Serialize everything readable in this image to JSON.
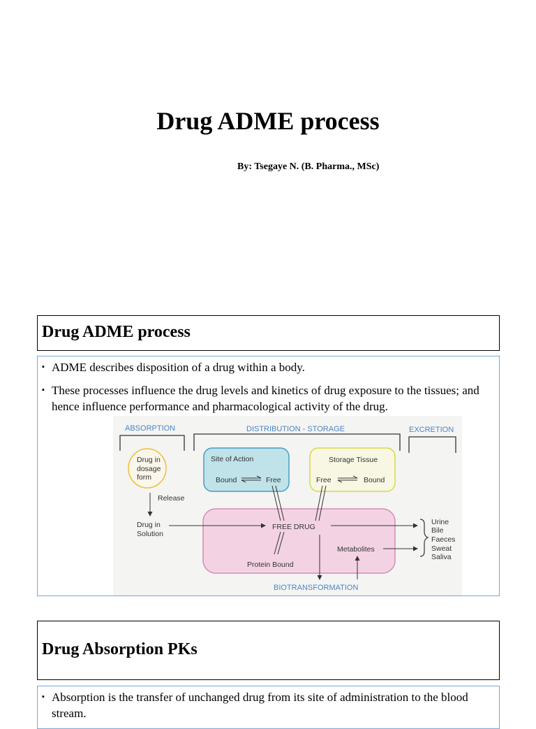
{
  "slide1": {
    "title": "Drug ADME process",
    "byline": "By: Tsegaye N. (B. Pharma., MSc)"
  },
  "slide2": {
    "heading": "Drug ADME process",
    "bullets": [
      "ADME describes disposition of a drug within a body.",
      "These processes influence the drug levels and kinetics of drug exposure to the tissues; and hence influence performance and pharmacological activity of the drug."
    ],
    "diagram": {
      "sections": {
        "absorption": "ABSORPTION",
        "distribution": "DISTRIBUTION - STORAGE",
        "excretion": "EXCRETION"
      },
      "dosage_form": [
        "Drug in",
        "dosage",
        "form"
      ],
      "release": "Release",
      "solution": [
        "Drug in",
        "Solution"
      ],
      "site_of_action": {
        "title": "Site of Action",
        "bound": "Bound",
        "free": "Free"
      },
      "storage_tissue": {
        "title": "Storage Tissue",
        "free": "Free",
        "bound": "Bound"
      },
      "free_drug": "FREE DRUG",
      "protein_bound": "Protein Bound",
      "metabolites": "Metabolites",
      "biotransformation": "BIOTRANSFORMATION",
      "excretion_routes": [
        "Urine",
        "Bile",
        "Faeces",
        "Sweat",
        "Saliva"
      ],
      "colors": {
        "blue_label": "#4a86c5",
        "site_fill": "#bfe3e8",
        "site_stroke": "#4a9bc0",
        "storage_fill": "#f7f7e4",
        "storage_stroke": "#d9d84a",
        "dosage_stroke": "#e8c23a",
        "free_fill": "#f3d3e3",
        "free_stroke": "#d58cb5"
      }
    }
  },
  "slide3": {
    "heading": "Drug Absorption PKs",
    "bullets": [
      "Absorption is the transfer of unchanged drug from its site of administration to the blood stream."
    ]
  },
  "bullet_marker": "▪"
}
